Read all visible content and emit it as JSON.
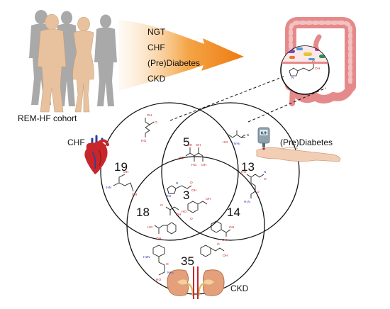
{
  "cohort": {
    "label": "REM-HF cohort"
  },
  "groups": [
    "NGT",
    "CHF",
    "(Pre)Diabetes",
    "CKD"
  ],
  "venn": {
    "sets": [
      {
        "label": "CHF"
      },
      {
        "label": "(Pre)Diabetes"
      },
      {
        "label": "CKD"
      }
    ],
    "counts": {
      "chf_only": "19",
      "chf_diabetes": "5",
      "diabetes_only": "13",
      "all_three": "3",
      "chf_ckd": "18",
      "diabetes_ckd": "14",
      "ckd_only": "35"
    }
  },
  "glucometer": {
    "reading": "6.9"
  },
  "colors": {
    "arrow": "#f08a1c",
    "gut": "#e58a8a",
    "gut_inner": "#f4c1c1",
    "heart": "#c8262b",
    "kidney": "#e3a07a",
    "human_front": "#e8c29e",
    "human_back": "#a9a9a9",
    "skin": "#f2cfb4",
    "bond_red": "#cc2222",
    "bond_blue": "#2233bb"
  },
  "icons": {
    "people": "human-silhouettes-icon",
    "arrow": "gradient-arrow-icon",
    "gut": "intestine-icon",
    "microbes": "gut-bacteria-icon",
    "heart": "heart-icon",
    "hand": "hand-with-glucometer-icon",
    "kidneys": "kidneys-icon"
  }
}
